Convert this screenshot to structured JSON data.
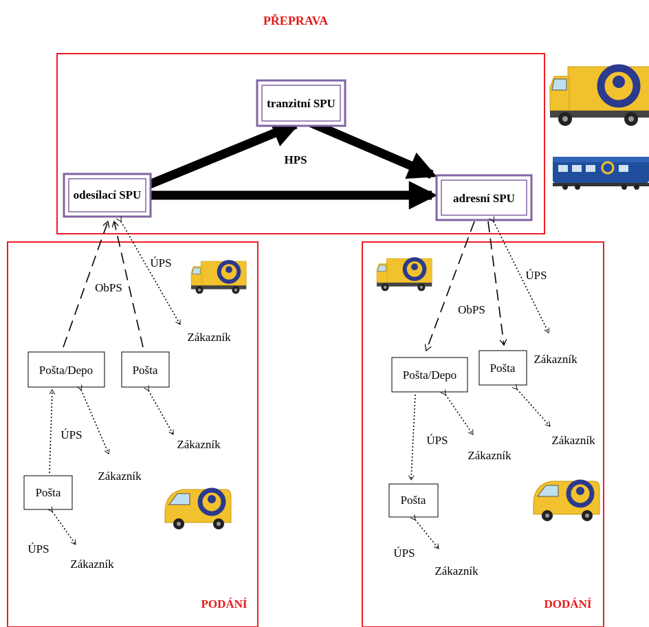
{
  "header": {
    "title": "PŘEPRAVA"
  },
  "sections": {
    "left": "PODÁNÍ",
    "right": "DODÁNÍ"
  },
  "spu": {
    "transit": "tranzitní SPU",
    "sending": "odesílací SPU",
    "address": "adresní SPU"
  },
  "flows": {
    "main": "HPS",
    "collect": "ObPS",
    "deliver": "ObPS"
  },
  "left_side": {
    "depot": "Pošta/Depo",
    "post_office": "Pošta",
    "lower_post_office": "Pošta",
    "ups_top": "ÚPS",
    "ups_mid": "ÚPS",
    "ups_bottom": "ÚPS",
    "customer_top": "Zákazník",
    "customer_right": "Zákazník",
    "customer_mid": "Zákazník",
    "customer_bottom": "Zákazník"
  },
  "right_side": {
    "depot": "Pošta/Depo",
    "post_office": "Pošta",
    "lower_post_office": "Pošta",
    "ups_top": "ÚPS",
    "ups_mid": "ÚPS",
    "ups_bottom": "ÚPS",
    "customer_top": "Zákazník",
    "customer_right": "Zákazník",
    "customer_mid": "Zákazník",
    "customer_bottom": "Zákazník"
  },
  "colors": {
    "frame": "#ee1c24",
    "spu_border": "#8064a2",
    "vehicle_yellow": "#f2c12e",
    "logo_blue": "#2b3a8c",
    "train_blue": "#1f4e9c"
  },
  "icons": [
    "truck-icon",
    "train-icon",
    "van-icon"
  ]
}
